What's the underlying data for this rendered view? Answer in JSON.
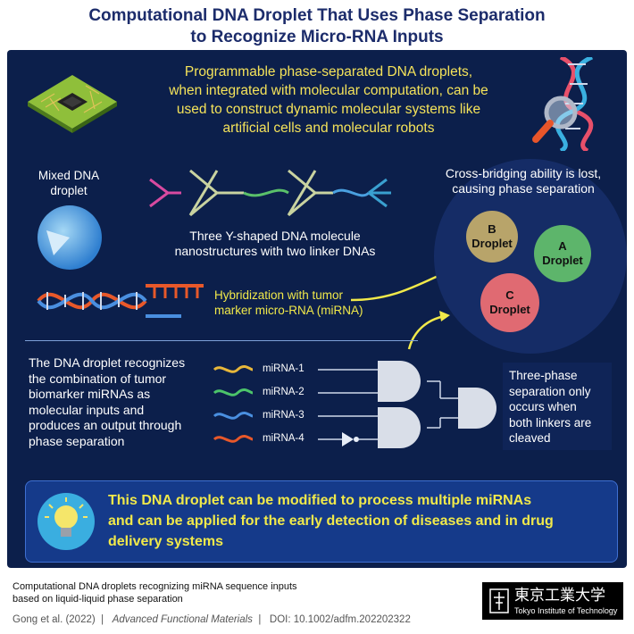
{
  "title_line1": "Computational DNA Droplet That Uses Phase Separation",
  "title_line2": "to Recognize Micro-RNA Inputs",
  "intro": [
    "Programmable phase-separated DNA droplets,",
    "when integrated with molecular computation, can be",
    "used to construct dynamic molecular systems like",
    "artificial cells and molecular robots"
  ],
  "mixed_label": [
    "Mixed DNA",
    "droplet"
  ],
  "ymolecule_label": [
    "Three Y-shaped DNA molecule",
    "nanostructures with two linker DNAs"
  ],
  "hybrid_label": [
    "Hybridization with tumor",
    "marker micro-RNA (miRNA)"
  ],
  "cross_label": [
    "Cross-bridging ability is lost,",
    "causing phase separation"
  ],
  "droplets": [
    {
      "letter": "B",
      "word": "Droplet",
      "color": "#b8a46a"
    },
    {
      "letter": "A",
      "word": "Droplet",
      "color": "#5db56b"
    },
    {
      "letter": "C",
      "word": "Droplet",
      "color": "#e06a72"
    }
  ],
  "recognize_label": [
    "The DNA droplet recognizes",
    "the combination of tumor",
    "biomarker miRNAs as",
    "molecular inputs and",
    "produces an output through",
    "phase separation"
  ],
  "mirnas": [
    {
      "name": "miRNA-1",
      "color": "#e8b73a"
    },
    {
      "name": "miRNA-2",
      "color": "#4cc46a"
    },
    {
      "name": "miRNA-3",
      "color": "#4a8fe0"
    },
    {
      "name": "miRNA-4",
      "color": "#e8582a"
    }
  ],
  "threephase_label": [
    "Three-phase",
    "separation only",
    "occurs when",
    "both linkers are",
    "cleaved"
  ],
  "bottom_text": [
    "This DNA droplet can be modified to process multiple miRNAs",
    "and can be applied for the early detection of diseases and in drug",
    "delivery systems"
  ],
  "footer_line1": "Computational DNA droplets recognizing miRNA sequence inputs",
  "footer_line2": "based on liquid-liquid phase separation",
  "citation_authors": "Gong et al. (2022)",
  "citation_journal": "Advanced Functional Materials",
  "citation_doi": "DOI: 10.1002/adfm.202202322",
  "logo_kanji": "東京工業大学",
  "logo_english": "Tokyo Institute of Technology",
  "colors": {
    "panel": "#0c1f4b",
    "accent_yellow": "#f1e94a",
    "title_navy": "#1c2c6b"
  }
}
